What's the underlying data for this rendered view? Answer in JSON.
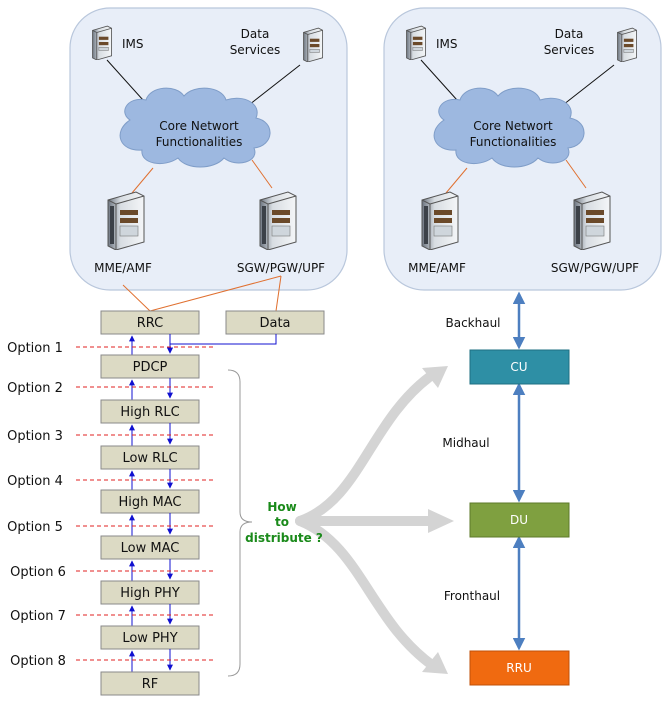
{
  "core_panels": [
    {
      "ims_label": "IMS",
      "data_services_label": [
        "Data",
        "Services"
      ],
      "cloud_label": [
        "Core Networt",
        "Functionalities"
      ],
      "mme_label": "MME/AMF",
      "gw_label": "SGW/PGW/UPF"
    },
    {
      "ims_label": "IMS",
      "data_services_label": [
        "Data",
        "Services"
      ],
      "cloud_label": [
        "Core Networt",
        "Functionalities"
      ],
      "mme_label": "MME/AMF",
      "gw_label": "SGW/PGW/UPF"
    }
  ],
  "stack": {
    "rrc": "RRC",
    "data": "Data",
    "layers": [
      "PDCP",
      "High RLC",
      "Low RLC",
      "High MAC",
      "Low MAC",
      "High PHY",
      "Low PHY",
      "RF"
    ],
    "options": [
      "Option 1",
      "Option 2",
      "Option 3",
      "Option 4",
      "Option 5",
      "Option 6",
      "Option 7",
      "Option 8"
    ]
  },
  "question": [
    "How",
    "to",
    "distribute ?"
  ],
  "nodes": {
    "cu": "CU",
    "du": "DU",
    "rru": "RRU"
  },
  "links": {
    "backhaul": "Backhaul",
    "midhaul": "Midhaul",
    "fronthaul": "Fronthaul"
  },
  "colors": {
    "panel_fill": "#e8eef8",
    "panel_stroke": "#b9c7dc",
    "cloud_fill": "#9db8e0",
    "layer_fill": "#dcdac4",
    "cu": "#2e8fa5",
    "du": "#7fa040",
    "rru": "#f06a10",
    "option_line": "#e02020",
    "arrow_blue": "#1010d0",
    "link_blue": "#4d7fc0"
  }
}
